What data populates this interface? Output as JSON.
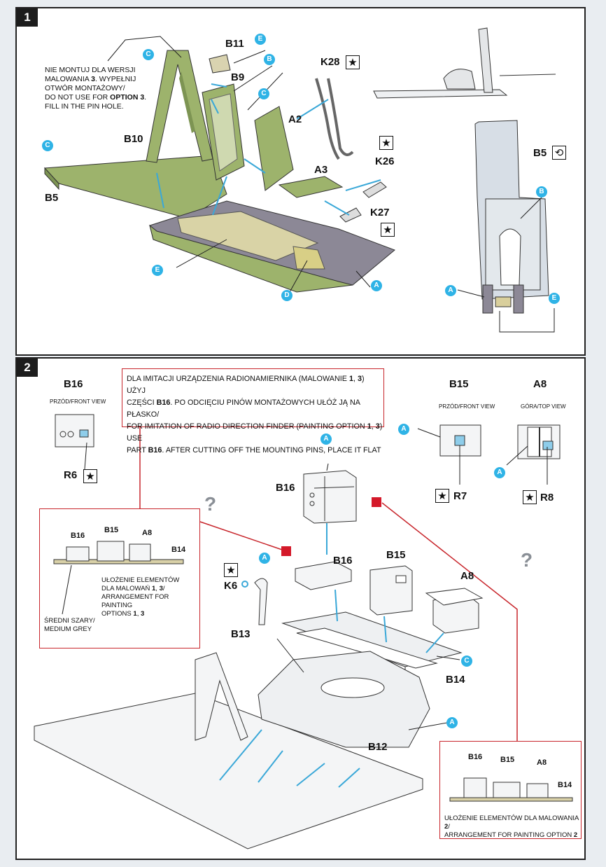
{
  "colors": {
    "olive_green": "#9db36c",
    "cockpit_grey": "#8c8896",
    "light_grey": "#e4e6e8",
    "callout_blue": "#2fb3e6",
    "arrow_blue": "#3aa8d8",
    "red_accent": "#d4192a"
  },
  "step1": {
    "number": "1",
    "note_pl_1": "NIE MONTUJ DLA WERSJI",
    "note_pl_2a": "MALOWANIA ",
    "note_pl_2b": "3",
    "note_pl_2c": ". WYPEŁNIJ",
    "note_pl_3": "OTWÓR MONTAŻOWY/",
    "note_en_1a": "DO NOT USE FOR ",
    "note_en_1b": "OPTION 3",
    "note_en_1c": ".",
    "note_en_2": "FILL IN THE PIN HOLE.",
    "parts": {
      "b11": "B11",
      "b9": "B9",
      "b10": "B10",
      "b5": "B5",
      "a2": "A2",
      "a3": "A3",
      "k28": "K28",
      "k26": "K26",
      "k27": "K27",
      "b5_detail": "B5"
    },
    "callouts": {
      "e": "E",
      "c": "C",
      "a": "A",
      "d": "D",
      "b": "B"
    },
    "star": "★",
    "rotate_icon": "rotate-icon"
  },
  "step2": {
    "number": "2",
    "note": {
      "l1a": "DLA IMITACJI URZĄDZENIA RADIONAMIERNIKA (MALOWANIE ",
      "l1b": "1",
      "l1c": ", ",
      "l1d": "3",
      "l1e": ") UŻYJ",
      "l2a": "CZĘŚCI ",
      "l2b": "B16",
      "l2c": ". PO ODCIĘCIU PINÓW MONTAŻOWYCH UŁÓŻ JĄ NA PŁASKO/",
      "l3a": "FOR IMITATION OF RADIO DIRECTION FINDER (PAINTING OPTION ",
      "l3b": "1",
      "l3c": ", ",
      "l3d": "3",
      "l3e": ") USE",
      "l4a": "PART ",
      "l4b": "B16",
      "l4c": ". AFTER CUTTING OFF THE MOUNTING PINS, PLACE IT FLAT"
    },
    "views": {
      "b16": "B16",
      "b16_view": "PRZÓD/FRONT VIEW",
      "r6": "R6",
      "b15": "B15",
      "b15_view": "PRZÓD/FRONT VIEW",
      "r7": "R7",
      "a8": "A8",
      "a8_view": "GÓRA/TOP VIEW",
      "r8": "R8"
    },
    "parts": {
      "b16": "B16",
      "b16b": "B16",
      "b15": "B15",
      "a8": "A8",
      "k6": "K6",
      "b13": "B13",
      "b14": "B14",
      "b12": "B12"
    },
    "box1": {
      "b16": "B16",
      "b15": "B15",
      "a8": "A8",
      "b14": "B14",
      "arr_1": "UŁOŻENIE ELEMENTÓW",
      "arr_2a": "DLA MALOWAŃ ",
      "arr_2b": "1",
      "arr_2c": ", ",
      "arr_2d": "3",
      "arr_2e": "/",
      "arr_3": "ARRANGEMENT FOR PAINTING",
      "arr_4a": "OPTIONS ",
      "arr_4b": "1",
      "arr_4c": ", ",
      "arr_4d": "3",
      "grey_1": "ŚREDNI SZARY/",
      "grey_2": "MEDIUM GREY"
    },
    "box2": {
      "b16": "B16",
      "b15": "B15",
      "a8": "A8",
      "b14": "B14",
      "arr_1a": "UŁOŻENIE ELEMENTÓW DLA MALOWANIA ",
      "arr_1b": "2",
      "arr_1c": "/",
      "arr_2a": "ARRANGEMENT FOR PAINTING OPTION ",
      "arr_2b": "2"
    },
    "callout_a": "A",
    "callout_c": "C",
    "star": "★",
    "question": "?"
  }
}
